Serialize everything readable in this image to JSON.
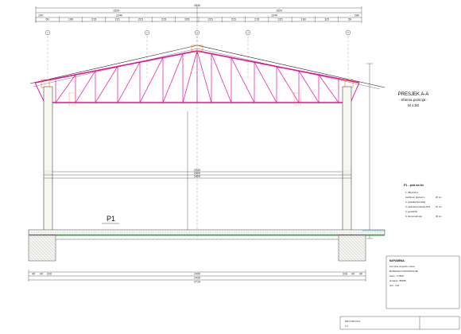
{
  "top_dims": {
    "total": "2840",
    "half_left": "1520",
    "half_right": "1520",
    "sub_left": "1240",
    "sub_right": "1240",
    "edge_left": "100",
    "edge_right": "280",
    "seg_left": [
      "50",
      "190",
      "215",
      "215",
      "215",
      "215",
      "205"
    ],
    "seg_right": [
      "215",
      "215",
      "215",
      "215",
      "190",
      "115",
      "50"
    ]
  },
  "axes": [
    "1",
    "2",
    "3",
    "4",
    "5"
  ],
  "section": {
    "title": "PRESJEK A-A",
    "subtitle": "- shema pozicija -",
    "scale": "M 1:50"
  },
  "floor": {
    "label": "P1",
    "dims": [
      "2040",
      "2420",
      "2420"
    ]
  },
  "bottom_dims": {
    "total": "2710",
    "inner_1": "2400",
    "inner_2": "2430",
    "left": [
      "40",
      "40",
      "220"
    ],
    "right": [
      "220",
      "40",
      "40"
    ]
  },
  "legend": {
    "title": "P1 - pod na tlu",
    "items": [
      {
        "name": "1. AB ploča s",
        "value": ""
      },
      {
        "name": "završnom glazurom",
        "value": "20 cm"
      },
      {
        "name": "2. polietilenska folija",
        "value": ""
      },
      {
        "name": "3. toplinska izolacija XPS",
        "value": "10 cm"
      },
      {
        "name": "4. geotekstil",
        "value": ""
      },
      {
        "name": "5. tamponski sloj",
        "value": "30 cm"
      }
    ]
  },
  "notes": {
    "title": "NAPOMENA:",
    "lines": [
      "sve mjere provjeriti u naravi",
      "MATERIJALI KONSTRUKCIJE:",
      "beton - C 25/30",
      "armatura - B500B",
      "drvo - C24"
    ]
  },
  "stamp": {
    "lines": [
      "BROJ PRILOGA",
      "5.4."
    ]
  },
  "colors": {
    "truss": "#e0119b",
    "purlin": "#ff7a00",
    "line": "#222222",
    "ground": "#2a9d2a",
    "water": "#28a0d8"
  }
}
